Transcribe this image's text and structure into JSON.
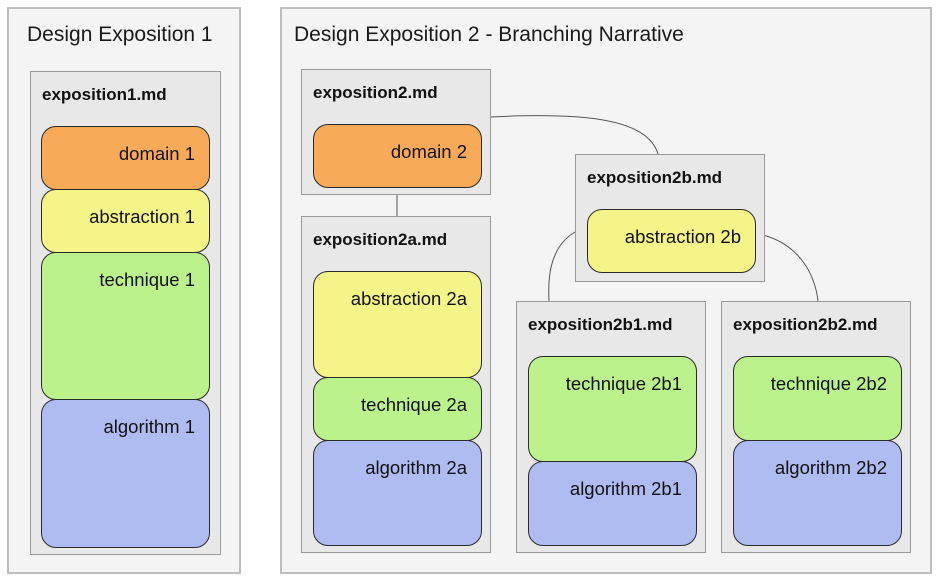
{
  "panels": {
    "p1": {
      "title": "Design Exposition 1"
    },
    "p2": {
      "title": "Design Exposition 2 - Branching Narrative"
    }
  },
  "files": {
    "exposition1": {
      "name": "exposition1.md",
      "blocks": {
        "domain": "domain 1",
        "abstraction": "abstraction 1",
        "technique": "technique 1",
        "algorithm": "algorithm 1"
      }
    },
    "exposition2": {
      "name": "exposition2.md",
      "blocks": {
        "domain": "domain 2"
      }
    },
    "exposition2a": {
      "name": "exposition2a.md",
      "blocks": {
        "abstraction": "abstraction 2a",
        "technique": "technique 2a",
        "algorithm": "algorithm 2a"
      }
    },
    "exposition2b": {
      "name": "exposition2b.md",
      "blocks": {
        "abstraction": "abstraction 2b"
      }
    },
    "exposition2b1": {
      "name": "exposition2b1.md",
      "blocks": {
        "technique": "technique 2b1",
        "algorithm": "algorithm 2b1"
      }
    },
    "exposition2b2": {
      "name": "exposition2b2.md",
      "blocks": {
        "technique": "technique 2b2",
        "algorithm": "algorithm 2b2"
      }
    }
  },
  "colors": {
    "domain": "#f8aa58",
    "abstraction": "#f4f488",
    "technique": "#bcf28c",
    "algorithm": "#afbcf2"
  }
}
